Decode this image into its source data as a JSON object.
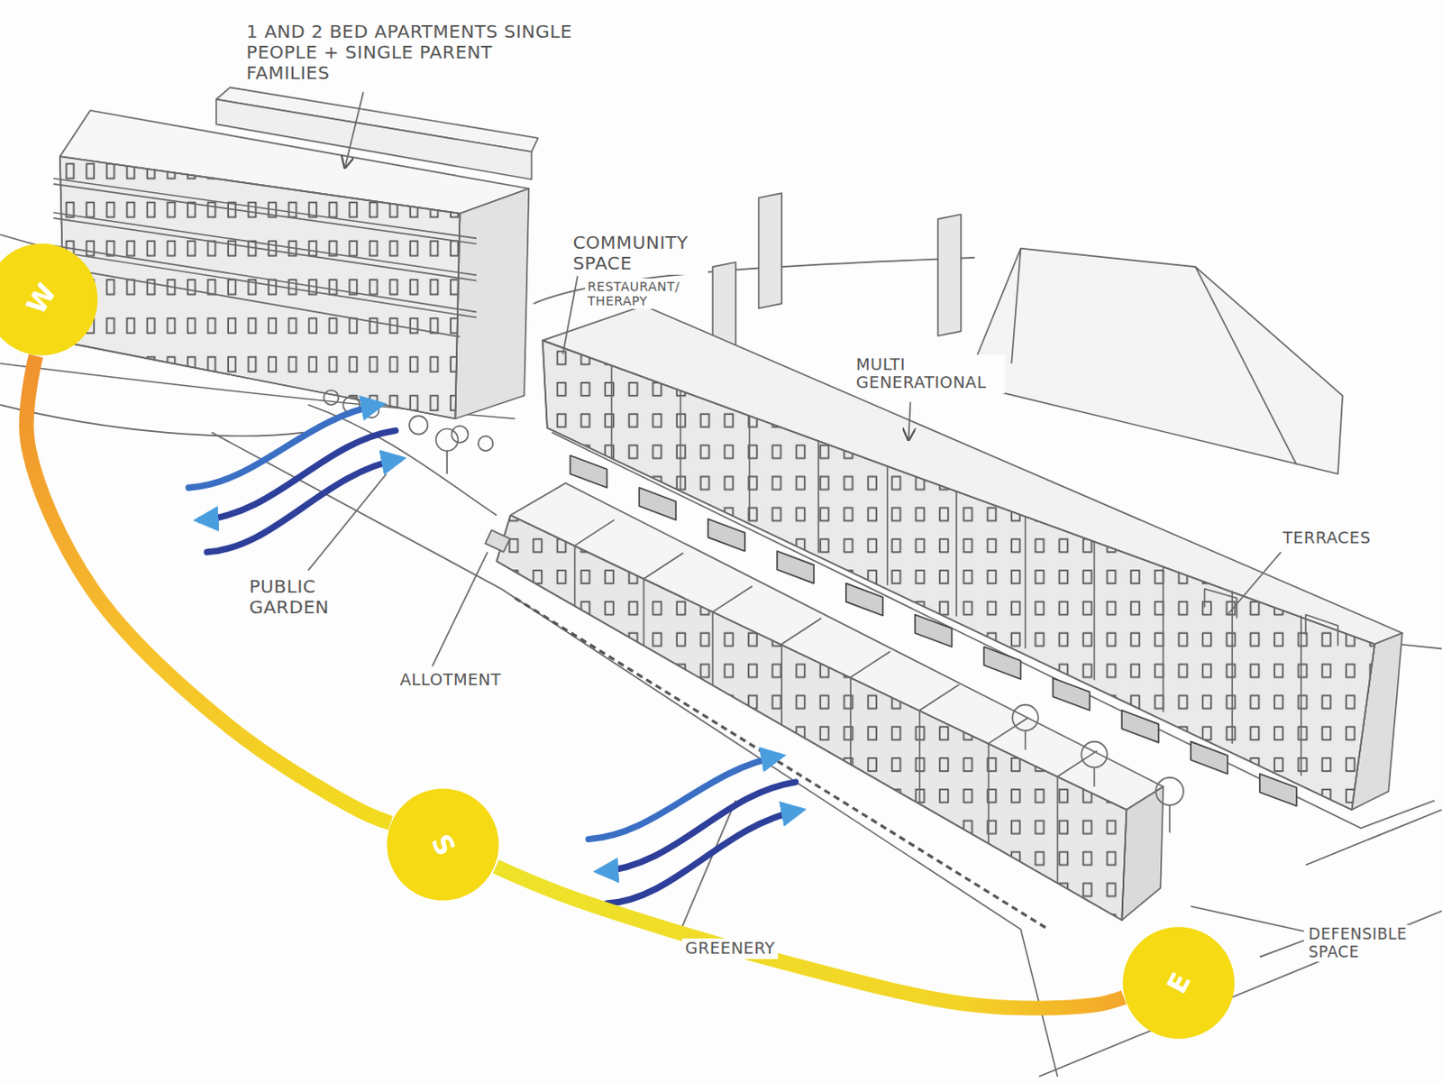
{
  "diagram": {
    "nodes": [
      {
        "text": [
          "W"
        ]
      },
      {
        "text": [
          "S"
        ]
      },
      {
        "text": [
          "E"
        ]
      }
    ],
    "edges": [
      {
        "from": 0,
        "to": 1,
        "arrow": "none"
      },
      {
        "from": 1,
        "to": 2,
        "arrow": "none"
      }
    ],
    "labels": [
      "1 AND 2 BED APARTMENTS SINGLE PEOPLE + SINGLE PARENT FAMILIES",
      "COMMUNITY SPACE",
      "RESTAURANT/ THERAPY",
      "MULTI GENERATIONAL",
      "TERRACES",
      "PUBLIC GARDEN",
      "ALLOTMENT",
      "GREENERY",
      "DEFENSIBLE SPACE"
    ]
  }
}
